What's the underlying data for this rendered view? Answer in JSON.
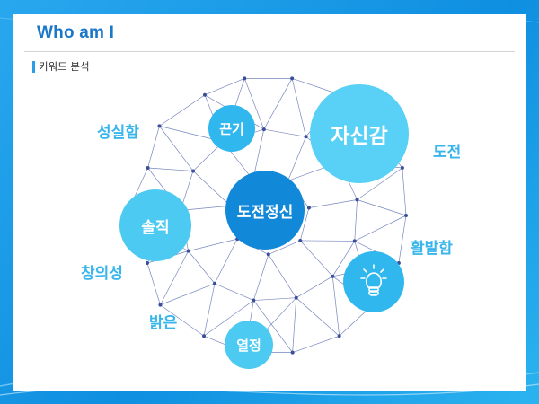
{
  "slide": {
    "title": "Who am I",
    "subtitle": "키워드 분석"
  },
  "circles": {
    "grit": "끈기",
    "confidence": "자신감",
    "challenge_spirit": "도전정신",
    "honesty": "솔직",
    "passion": "열정"
  },
  "keywords": {
    "sincerity": "성실함",
    "challenge": "도전",
    "activeness": "활발함",
    "creativity": "창의성",
    "bright": "밝은"
  },
  "icons": {
    "idea": "lightbulb-icon"
  },
  "colors": {
    "title": "#1b78c8",
    "circle_light": "#4fcdf3",
    "circle_dark": "#1487d8",
    "keyword": "#38b6ec",
    "network": "#4a5fa8"
  }
}
